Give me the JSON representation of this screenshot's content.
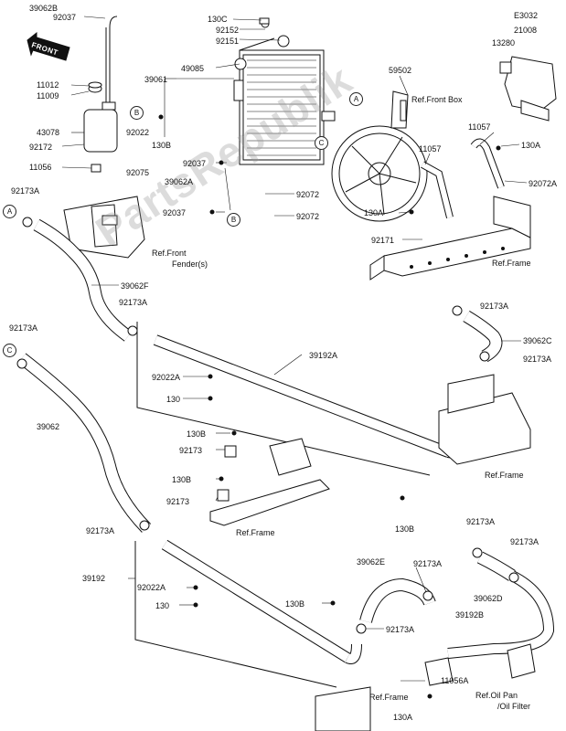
{
  "diagram_code": "E3032",
  "front_label": "FRONT",
  "watermark": "PartsRepublik",
  "parts": {
    "p39062B": "39062B",
    "p92037_top": "92037",
    "p11012": "11012",
    "p11009": "11009",
    "p43078": "43078",
    "p92172": "92172",
    "p11056": "11056",
    "p92173A_left": "92173A",
    "p130C": "130C",
    "p92152": "92152",
    "p92151": "92151",
    "p39061": "39061",
    "p49085": "49085",
    "p92022": "92022",
    "p130B_a": "130B",
    "p92075": "92075",
    "p92037_mid": "92037",
    "p39062A": "39062A",
    "p92037_low": "92037",
    "p92072_a": "92072",
    "p92072_b": "92072",
    "p59502": "59502",
    "p11057_a": "11057",
    "p11057_b": "11057",
    "p130A_a": "130A",
    "p130A_b": "130A",
    "p92072A": "92072A",
    "p92171": "92171",
    "p21008": "21008",
    "p13280": "13280",
    "p39062F": "39062F",
    "p92173A_b": "92173A",
    "p92173A_c": "92173A",
    "p39192A": "39192A",
    "p92173A_d": "92173A",
    "p39062C": "39062C",
    "p92173A_e": "92173A",
    "p92022A_a": "92022A",
    "p130_a": "130",
    "p39062": "39062",
    "p130B_b": "130B",
    "p92173_a": "92173",
    "p130B_c": "130B",
    "p92173_b": "92173",
    "p130B_d": "130B",
    "p92173A_f": "92173A",
    "p39192": "39192",
    "p92022A_b": "92022A",
    "p130_b": "130",
    "p39062E": "39062E",
    "p92173A_g": "92173A",
    "p130B_e": "130B",
    "p92173A_h": "92173A",
    "p92173A_i": "92173A",
    "p92173A_j": "92173A",
    "p39062D": "39062D",
    "p39192B": "39192B",
    "p11056A": "11056A",
    "p130A_c": "130A"
  },
  "refs": {
    "front_box": "Ref.Front Box",
    "front_fender_1": "Ref.Front",
    "front_fender_2": "Fender(s)",
    "frame_1": "Ref.Frame",
    "frame_2": "Ref.Frame",
    "frame_3": "Ref.Frame",
    "frame_4": "Ref.Frame",
    "oil_pan_1": "Ref.Oil Pan",
    "oil_pan_2": "/Oil Filter"
  },
  "callouts": {
    "a": "A",
    "b": "B",
    "c": "C"
  }
}
